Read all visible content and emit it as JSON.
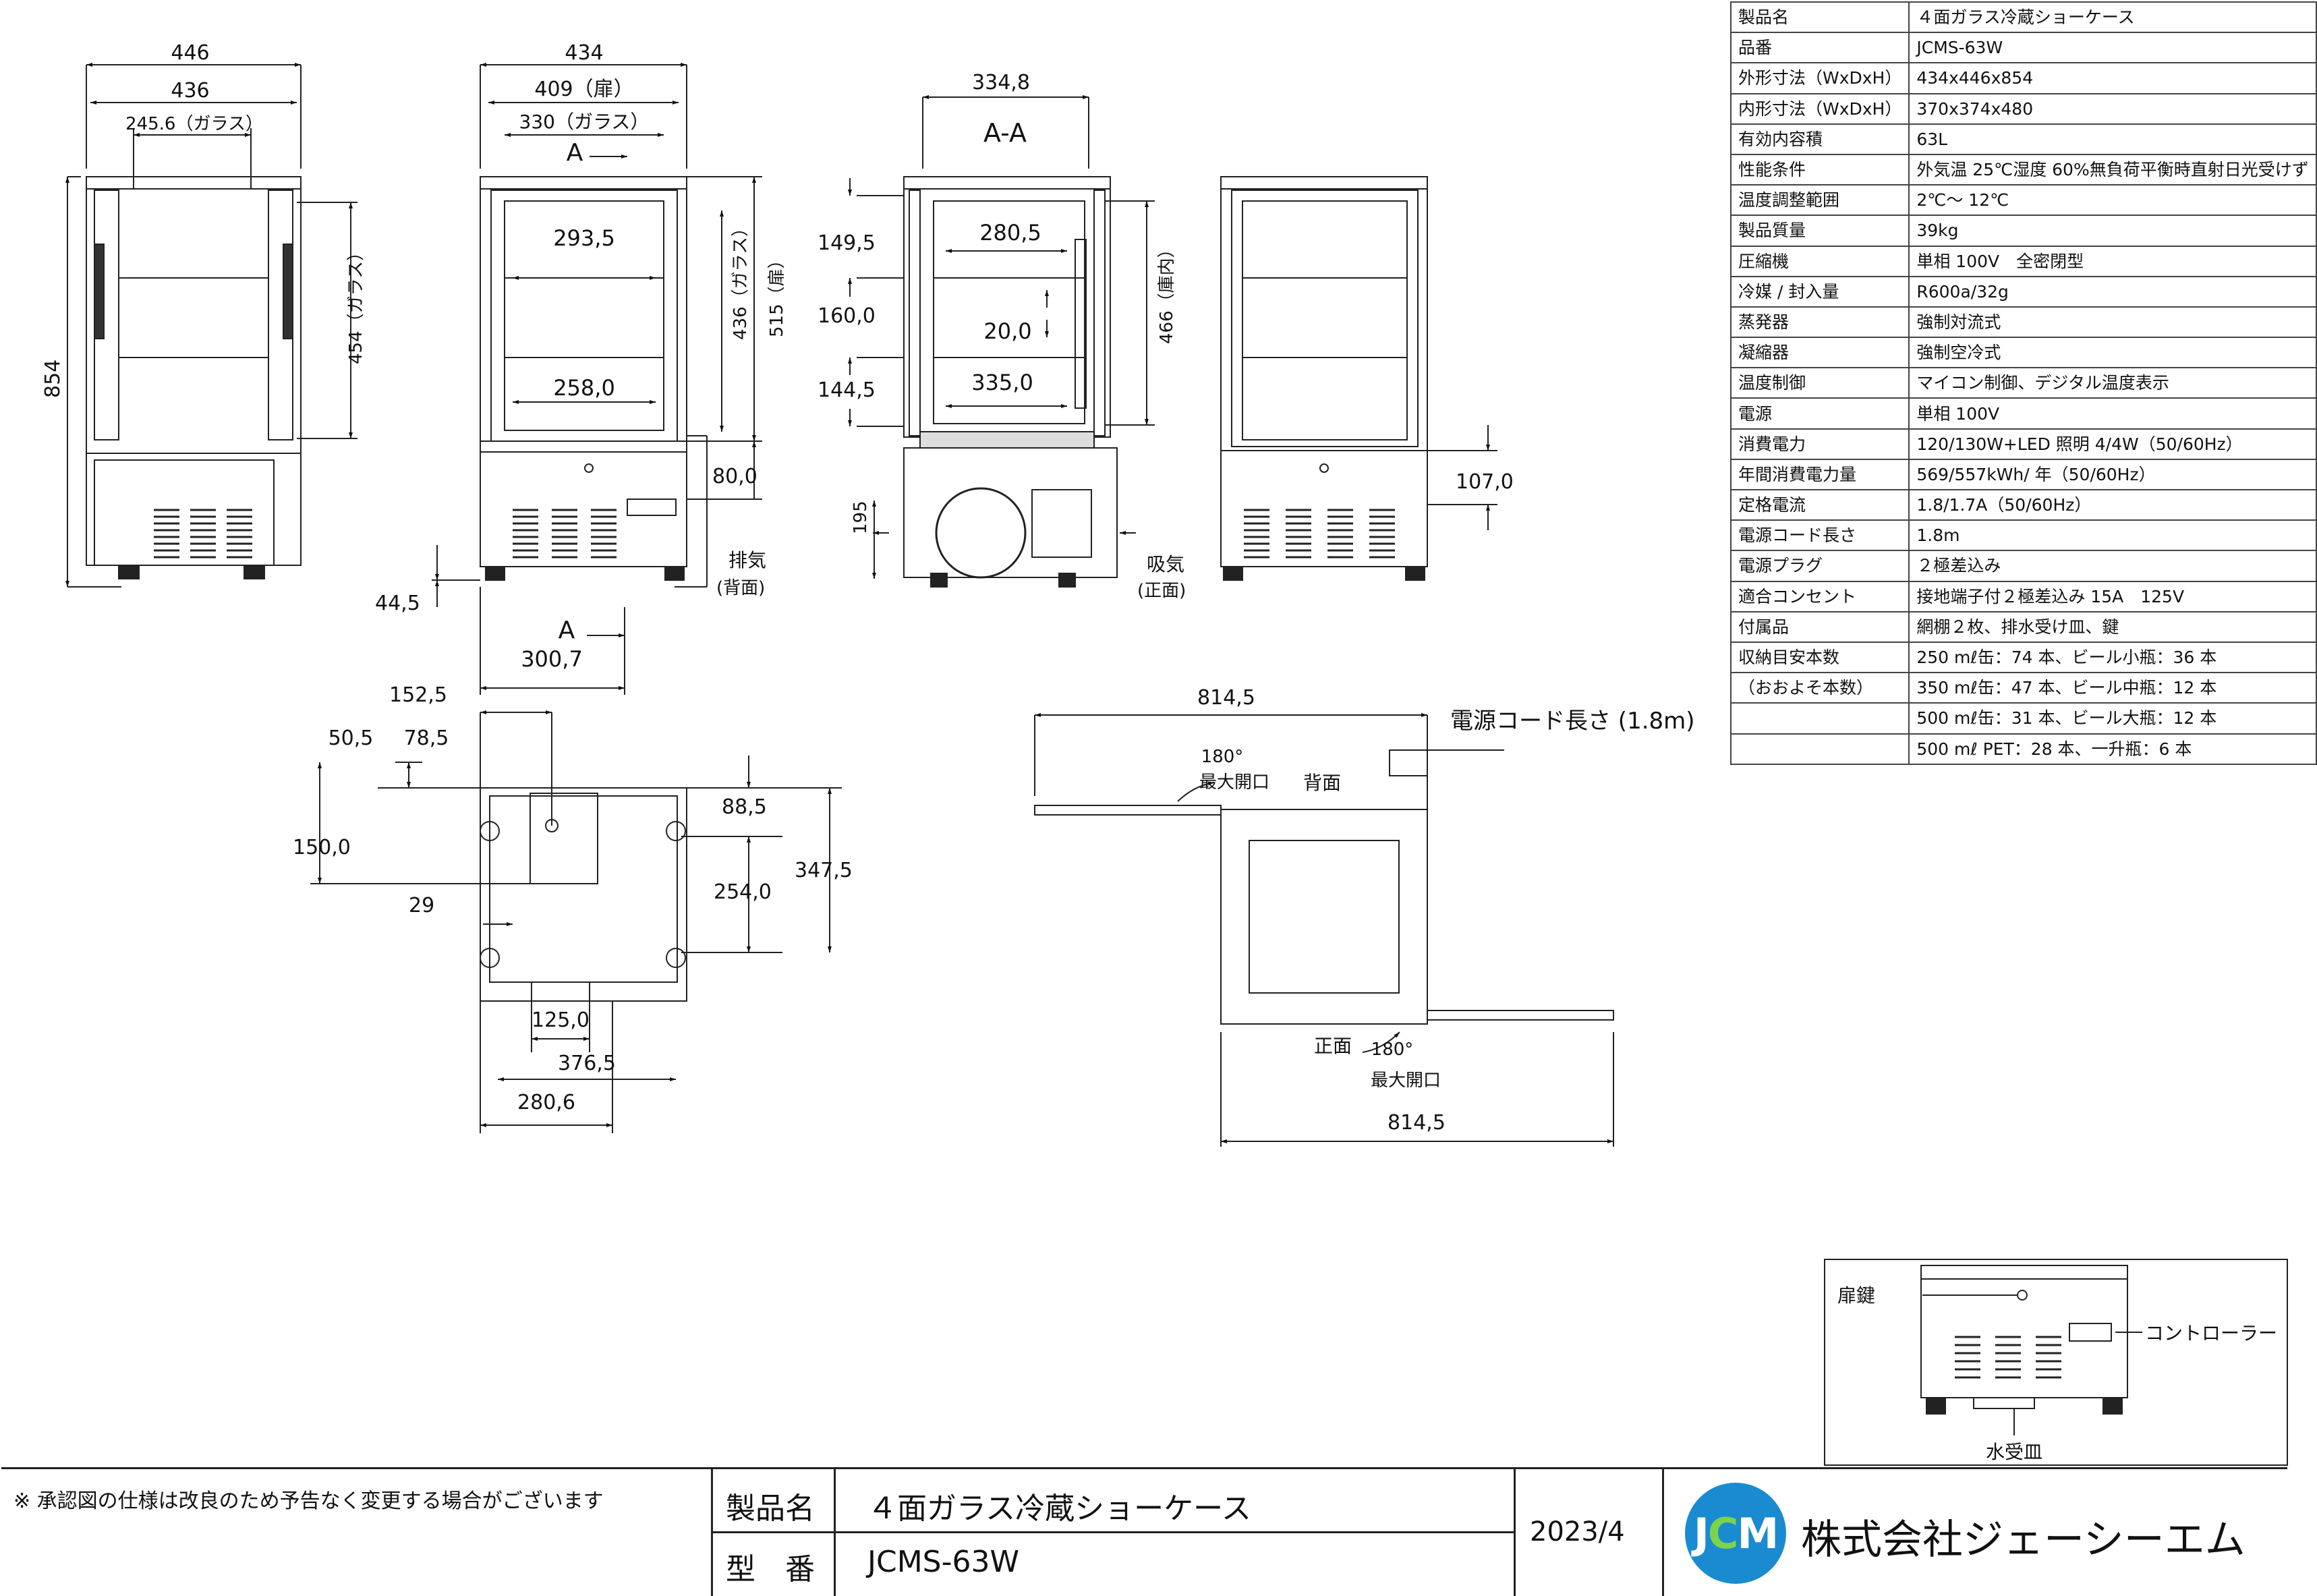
{
  "spec_table": [
    {
      "k": "製品名",
      "v": "４面ガラス冷蔵ショーケース"
    },
    {
      "k": "品番",
      "v": "JCMS-63W"
    },
    {
      "k": "外形寸法（WxDxH）",
      "v": "434x446x854"
    },
    {
      "k": "内形寸法（WxDxH）",
      "v": "370x374x480"
    },
    {
      "k": "有効内容積",
      "v": "63L"
    },
    {
      "k": "性能条件",
      "v": "外気温 25℃湿度 60%無負荷平衡時直射日光受けず"
    },
    {
      "k": "温度調整範囲",
      "v": "2℃～ 12℃"
    },
    {
      "k": "製品質量",
      "v": "39kg"
    },
    {
      "k": "圧縮機",
      "v": "単相 100V　全密閉型"
    },
    {
      "k": "冷媒 / 封入量",
      "v": "R600a/32g"
    },
    {
      "k": "蒸発器",
      "v": "強制対流式"
    },
    {
      "k": "凝縮器",
      "v": "強制空冷式"
    },
    {
      "k": "温度制御",
      "v": "マイコン制御、デジタル温度表示"
    },
    {
      "k": "電源",
      "v": "単相 100V"
    },
    {
      "k": "消費電力",
      "v": "120/130W+LED 照明 4/4W（50/60Hz）"
    },
    {
      "k": "年間消費電力量",
      "v": "569/557kWh/ 年（50/60Hz）"
    },
    {
      "k": "定格電流",
      "v": "1.8/1.7A（50/60Hz）"
    },
    {
      "k": "電源コード長さ",
      "v": "1.8m"
    },
    {
      "k": "電源プラグ",
      "v": "２極差込み"
    },
    {
      "k": "適合コンセント",
      "v": "接地端子付２極差込み 15A　125V"
    },
    {
      "k": "付属品",
      "v": "網棚２枚、排水受け皿、鍵"
    },
    {
      "k": "収納目安本数",
      "v": "250 mℓ缶：74 本、ビール小瓶：36 本"
    },
    {
      "k": "（おおよそ本数）",
      "v": "350 mℓ缶：47 本、ビール中瓶：12 本"
    },
    {
      "k": "",
      "v": "500 mℓ缶：31 本、ビール大瓶：12 本"
    },
    {
      "k": "",
      "v": "500 mℓ PET：28 本、一升瓶：6 本"
    }
  ],
  "dims": {
    "side_w": "446",
    "side_inner": "436",
    "side_glass": "245.6（ガラス）",
    "side_glass_h": "454（ガラス）",
    "height": "854",
    "front_w": "434",
    "front_door": "409（扉）",
    "front_glass": "330（ガラス）",
    "section_mark": "A",
    "shelf1": "293,5",
    "shelf2": "258,0",
    "glass_h": "436（ガラス）",
    "door_h": "515（扉）",
    "base_h": "80,0",
    "foot_h": "44,5",
    "depth": "300,7",
    "exhaust": "排気",
    "exhaust_sub": "(背面)",
    "sec_title": "A-A",
    "sec_w": "334,8",
    "sec_149": "149,5",
    "sec_160": "160,0",
    "sec_144": "144,5",
    "sec_280": "280,5",
    "sec_20": "20,0",
    "sec_335": "335,0",
    "sec_466": "466（庫内）",
    "sec_195": "195",
    "intake": "吸気",
    "intake_sub": "(正面)",
    "back_107": "107,0",
    "bot_152": "152,5",
    "bot_50": "50,5",
    "bot_78": "78,5",
    "bot_150": "150,0",
    "bot_29": "29",
    "bot_88": "88,5",
    "bot_254": "254,0",
    "bot_347": "347,5",
    "bot_125": "125,0",
    "bot_376": "376,5",
    "bot_280": "280,6",
    "top_814a": "814,5",
    "top_814b": "814,5",
    "cord": "電源コード長さ (1.8m)",
    "deg1": "180°",
    "open1": "最大開口",
    "back_lbl": "背面",
    "front_lbl": "正面",
    "deg2": "180°",
    "open2": "最大開口",
    "detail_key": "扉鍵",
    "detail_ctrl": "コントローラー",
    "detail_tray": "水受皿"
  },
  "footer": {
    "note": "※ 承認図の仕様は改良のため予告なく変更する場合がございます",
    "name_label": "製品名",
    "name_value": "４面ガラス冷蔵ショーケース",
    "model_label": "型　番",
    "model_value": "JCMS-63W",
    "date": "2023/4",
    "logo_text": "JCM",
    "company": "株式会社ジェーシーエム"
  }
}
